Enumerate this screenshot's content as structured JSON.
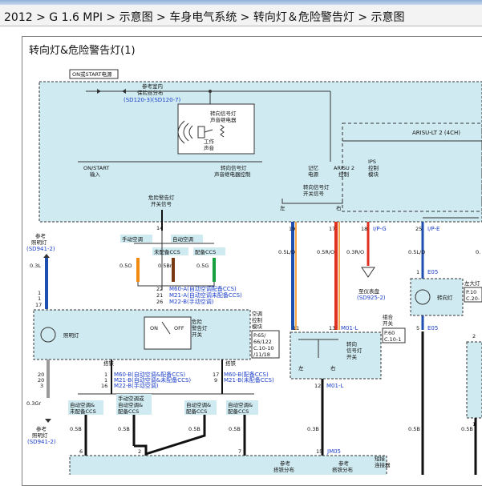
{
  "breadcrumb": {
    "items": [
      "2012",
      "G 1.6 MPI",
      "示意图",
      "车身电气系统",
      "转向灯＆危险警告灯",
      "示意图"
    ],
    "separator": " > "
  },
  "diagram": {
    "title": "转向灯&危险警告灯(1)",
    "module_labels": {
      "on_start_power": "ON或START电源",
      "ref_fuse_1": "参考室内",
      "ref_fuse_2": "保险丝分布",
      "ref_fuse_3": "(SD120-3)(SD120-7)",
      "flasher_1": "转向信号灯",
      "flasher_2": "声音继电器",
      "work_1": "工作",
      "work_2": "声音",
      "arisu": "ARISU-LT 2 (4CH)",
      "on_start_input_1": "ON/START",
      "on_start_input_2": "输入",
      "flasher_ctrl_1": "转向信号灯",
      "flasher_ctrl_2": "声音继电器控制",
      "memory_power_1": "记忆",
      "memory_power_2": "电源",
      "arisu2_ctrl_1": "ARISU 2",
      "arisu2_ctrl_2": "控制",
      "ips_1": "IPS",
      "ips_2": "控制",
      "ips_3": "模块",
      "turn_switch_sig_1": "转向信号灯",
      "turn_switch_sig_2": "开关信号",
      "left": "左",
      "right": "右",
      "hazard_sig_1": "危险警告灯",
      "hazard_sig_2": "开关信号",
      "ref_illum_1": "参考",
      "ref_illum_2": "照明灯",
      "ref_illum_3": "(SD941-2)",
      "manual_ac": "手动空调",
      "auto_ac": "自动空调",
      "no_ccs": "未配备CCS",
      "with_ccs": "配备CCS",
      "conn_m60a": "M60-A(自动空调配备CCS)",
      "conn_m21a": "M21-A(自动空调未配备CCS)",
      "conn_m22b": "M22-B(手动空调)",
      "ac_module_1": "空调",
      "ac_module_2": "控制",
      "ac_module_3": "模块",
      "ac_pages_1": "P.65/",
      "ac_pages_2": "66/122",
      "ac_pages_3": "C.10-10",
      "ac_pages_4": "/11/18",
      "illum_lamp": "照明灯",
      "hazard_sw_1": "危险",
      "hazard_sw_2": "警告灯",
      "hazard_sw_3": "开关",
      "on": "ON",
      "off": "OFF",
      "ground": "搭铁",
      "conn_m60b_1": "M60-B(自动空调&配备CCS)",
      "conn_m21b_1": "M21-B(自动空调&未配备CCS)",
      "conn_m22b_1": "M22-B(手动空调)",
      "conn_m60b_2": "M60-B(配备CCS)",
      "conn_m21b_2": "M21-B(未配备CCS)",
      "auto_no_ccs_1": "自动空调&",
      "auto_no_ccs_2": "未配备CCS",
      "manual_or_1": "手动空调或",
      "manual_or_2": "自动空调&",
      "manual_or_3": "配备CCS",
      "auto_with_ccs_1": "自动空调&",
      "auto_with_ccs_2": "配备CCS",
      "combo_sw_1": "组合",
      "combo_sw_2": "开关",
      "combo_pages_1": "P.60",
      "combo_pages_2": "C.10-1",
      "turn_sw_1": "转向",
      "turn_sw_2": "信号灯",
      "turn_sw_3": "开关",
      "cluster_1": "至仪表盘",
      "cluster_2": "(SD925-2)",
      "turn_lamp": "转向灯",
      "left_big_1": "左大灯",
      "left_big_2": "P.10",
      "left_big_3": "C.20-",
      "ref_ground_1": "参考",
      "ref_ground_2": "搭铁分布",
      "short_conn_1": "短接",
      "short_conn_2": "连接器"
    },
    "wires": {
      "w1": "0.5L/O",
      "w2": "0.5R/O",
      "w3": "0.3R/O",
      "w4": "0.5L/O",
      "w5": "0.",
      "w6": "0.3L",
      "w7": "0.5O",
      "w8": "0.5Br",
      "w9": "0.5G",
      "w10": "0.3Gr",
      "w11": "0.5B",
      "w12": "0.5B",
      "w13": "0.5B",
      "w14": "0.5B",
      "w15": "0.3B",
      "w16": "0.5B",
      "w17": "0.5B"
    },
    "connectors": {
      "ipg": "I/P-G",
      "ipe": "I/P-E",
      "e05": "E05",
      "m01l": "M01-L",
      "jm05": "JM05"
    },
    "pins": {
      "p14": "14",
      "p19": "19",
      "p17": "17",
      "p18": "18",
      "p25": "25",
      "p1a": "1",
      "p1b": "1",
      "p17b": "17",
      "p22": "22",
      "p21": "21",
      "p26": "26",
      "p11": "11",
      "p13": "13",
      "p12": "12",
      "p1e": "1",
      "p5": "5",
      "p20": "20",
      "p20b": "20",
      "p3": "3",
      "p1c": "1",
      "p1d": "1",
      "p16": "16",
      "p17c": "17",
      "p9": "9",
      "p6": "6",
      "p2": "2",
      "p7": "7",
      "p15": "15",
      "p2r": "2",
      "p1r": "1"
    },
    "colors": {
      "module_fill": "#cfeaf0",
      "wire_blue": "#1d4fb0",
      "wire_red": "#e03020",
      "wire_orange": "#f08a10",
      "wire_brown": "#7a3a10",
      "wire_green": "#18a040",
      "wire_gray": "#9a9a9a",
      "label_blue": "#1b3fc8"
    }
  }
}
